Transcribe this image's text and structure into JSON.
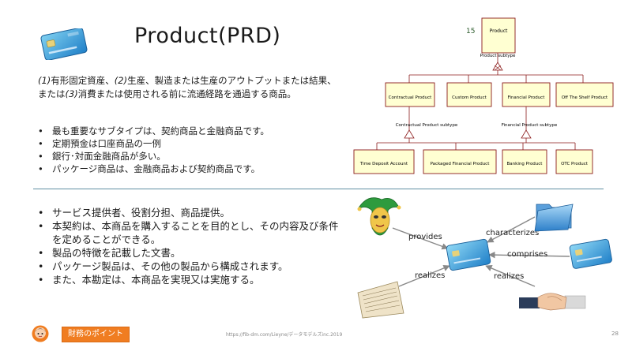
{
  "slide": {
    "title": "Product(PRD)",
    "intro": {
      "n1": "(1)",
      "t1": "有形固定資産、",
      "n2": "(2)",
      "t2": "生産、製造または生産のアウトプットまたは結果、",
      "t3": "または",
      "n3": "(3)",
      "t4": "消費または使用される前に流通経路を通過する商品。"
    },
    "bullets_top": [
      "最も重要なサブタイプは、契約商品と金融商品です。",
      "定期預金は口座商品の一例",
      "銀行･対面金融商品が多い。",
      "パッケージ商品は、金融商品および契約商品です。"
    ],
    "bullets_bottom": [
      "サービス提供者、役割分担、商品提供。",
      "本契約は、本商品を購入することを目的とし、その内容及び条件を定めることができる。",
      "製品の特徴を記載した文書。",
      "パッケージ製品は、その他の製品から構成されます。",
      "また、本勘定は、本商品を実現又は実施する。"
    ]
  },
  "diagram": {
    "number": "15",
    "root": "Product",
    "root_subtype": "Product subtype",
    "level2": [
      "Contractual Product",
      "Custom Product",
      "Financial Product",
      "Off The Shelf Product"
    ],
    "contractual_subtype": "Contractual Product subtype",
    "financial_subtype": "Financial Product subtype",
    "level3": [
      "Time Deposit Account",
      "Packaged Financial Product",
      "Banking Product",
      "OTC Product"
    ]
  },
  "relations": {
    "provides": "provides",
    "characterizes": "characterizes",
    "comprises": "comprises",
    "realizes_left": "realizes",
    "realizes_right": "realizes"
  },
  "footer": {
    "button": "財務のポイント",
    "url": "https://fib-dm.com/Lieyne/データモデルズinc.2019",
    "page": "28"
  },
  "colors": {
    "node_fill": "#ffffd2",
    "node_border": "#8b1a1a",
    "accent_orange": "#f07d21",
    "divider": "#5f8fa3"
  },
  "icons": [
    "credit-card-icon",
    "mask-icon",
    "folder-icon",
    "document-icon",
    "handshake-icon",
    "avatar-icon"
  ]
}
